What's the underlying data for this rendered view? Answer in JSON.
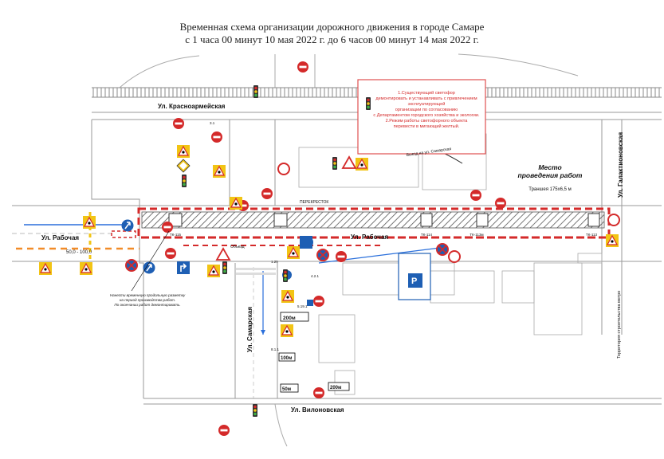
{
  "header": {
    "title_line1": "Временная схема организации дорожного движения в городе Самаре",
    "title_line2": "с 1 часа 00 минут 10 мая 2022 г. до 6 часов 00 минут 14 мая 2022 г."
  },
  "streets": {
    "krasnoarmeyskaya": "Ул. Красноармейская",
    "rabochaya_left": "Ул. Рабочая",
    "rabochaya_center": "Ул. Рабочая",
    "samarskaya": "Ул. Самарская",
    "vilonovskaya": "Ул. Вилоновская",
    "galaktionovskaya": "Ул. Галактионовская"
  },
  "notice": {
    "lines": [
      "1.Существующий светофор",
      "демонтировать и устанавливать с привлечением",
      "эксплуатирующей",
      "организации по согласованию",
      "с Департаментом городского хозяйства и экологии.",
      "2.Режим работы светофорного объекта",
      "перевести в мигающий желтый."
    ]
  },
  "work_zone": {
    "title_line1": "Место",
    "title_line2": "проведения работ",
    "subtitle": "Траншея 175х6,5 м"
  },
  "labels": {
    "crossroad": "ПЕРЕКРЕСТОК",
    "exit_samarskaya": "Выезд на ул. Самарская",
    "distance_range": "50,0 - 100,0",
    "note_line1": "Нанести временную продольную разметку",
    "note_line2": "на период производства работ.",
    "note_line3": "По окончании работ демонтировать.",
    "detour": "Объезд",
    "dist_200": "200м",
    "dist_100": "100м",
    "dist_50": "50м",
    "metro_territory": "Территория строительства метро",
    "parking": "P",
    "sign_3_1": "3.1",
    "sign_5_19": "5.19.1",
    "sign_1_25": "1.25",
    "sign_8_1": "8.1.1",
    "sign_4_2": "4.2.1",
    "pit_labels": [
      "ТК-115",
      "ТК-114",
      "ТК-113м",
      "ТК-113"
    ]
  },
  "colors": {
    "road_edge": "#9a9a9a",
    "barrier_red": "#d42a2a",
    "notice_border": "#e05050",
    "hatch": "#555555",
    "sign_yellow": "#f2c414",
    "sign_blue": "#1e5fb4",
    "arrow_blue": "#2a6fdb"
  }
}
